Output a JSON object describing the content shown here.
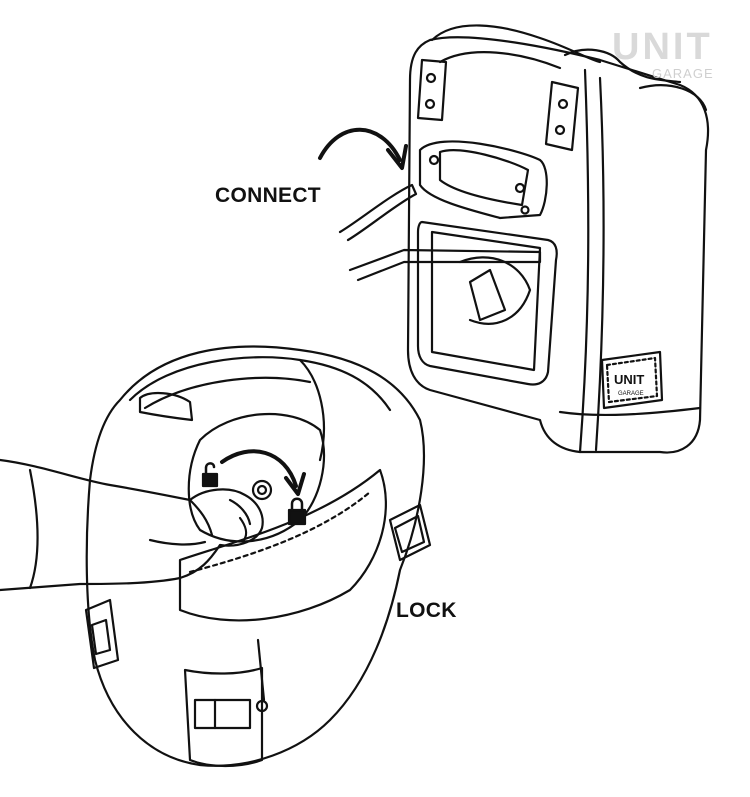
{
  "labels": {
    "connect": "CONNECT",
    "lock": "LOCK"
  },
  "logo": {
    "word": "UNIT",
    "sub": "GARAGE"
  },
  "colors": {
    "line": "#111111",
    "background": "#ffffff",
    "logo": "#d9d9d9"
  }
}
